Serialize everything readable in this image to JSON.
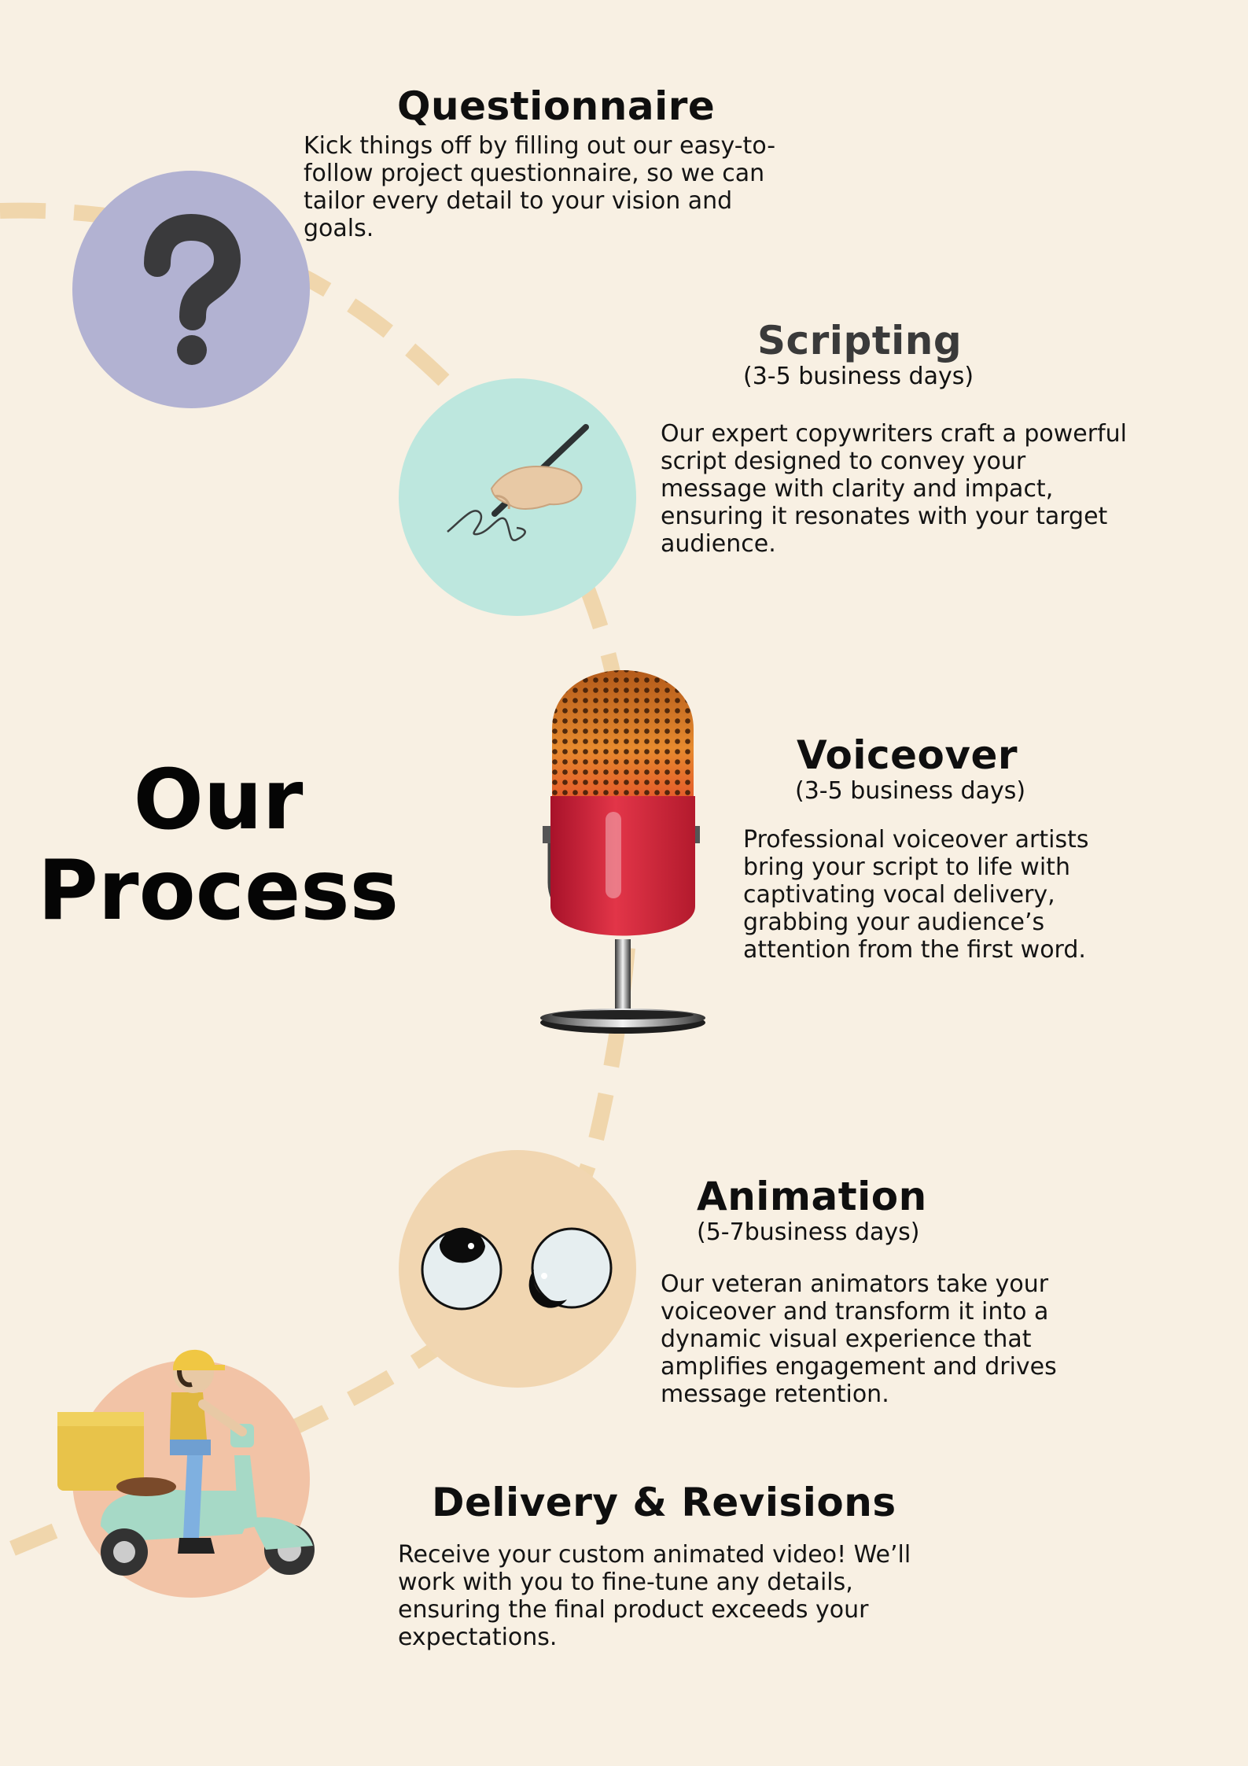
{
  "hero": {
    "line1": "Our",
    "line2": "Process"
  },
  "colors": {
    "background": "#f8f0e3",
    "path": "#f0d6ac",
    "questionnaire_circle": "#b2b2d2",
    "scripting_circle": "#bde7de",
    "animation_circle": "#f1d6b1",
    "delivery_circle": "#f2c3a6"
  },
  "steps": [
    {
      "title": "Questionnaire",
      "duration": "",
      "description": "Kick things off by filling out our easy-to-follow project questionnaire, so we can tailor every detail to your vision and goals.",
      "icon": "question-mark-icon"
    },
    {
      "title": "Scripting",
      "duration": "(3-5 business days)",
      "description": "Our expert copywriters craft a powerful script designed to convey your message with clarity and impact, ensuring it resonates with your target audience.",
      "icon": "hand-writing-pen-icon"
    },
    {
      "title": "Voiceover",
      "duration": "(3-5 business days)",
      "description": "Professional voiceover artists bring your script to life with captivating vocal delivery, grabbing your audience’s attention from the first word.",
      "icon": "microphone-icon"
    },
    {
      "title": "Animation",
      "duration": "(5-7business days)",
      "description": "Our veteran animators take your voiceover and transform it into a dynamic visual experience that amplifies engagement and drives message retention.",
      "icon": "cartoon-eyes-icon"
    },
    {
      "title": "Delivery & Revisions",
      "duration": "",
      "description": "Receive your custom animated video! We’ll work with you to fine-tune any details, ensuring the final product exceeds your expectations.",
      "icon": "delivery-scooter-icon"
    }
  ]
}
